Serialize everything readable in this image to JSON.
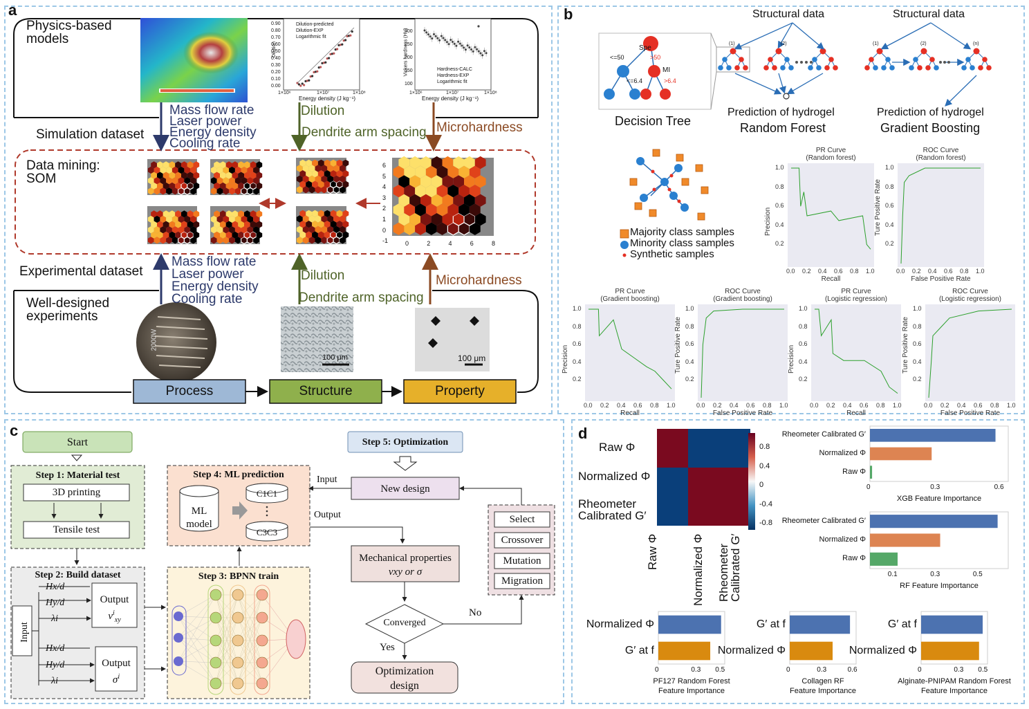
{
  "panel_a": {
    "label": "a",
    "physics_models": "Physics-based\nmodels",
    "simulation_dataset": "Simulation dataset",
    "data_mining": "Data mining:\nSOM",
    "experimental_dataset": "Experimental dataset",
    "experiments": "Well-designed\nexperiments",
    "process_inputs": [
      "Mass flow rate",
      "Laser power",
      "Energy density",
      "Cooling rate"
    ],
    "structure_outputs": [
      "Dilution",
      "Dendrite arm spacing"
    ],
    "property_output": "Microhardness",
    "boxes": [
      "Process",
      "Structure",
      "Property"
    ],
    "scale_bar": "100 μm",
    "sample_label": "2000W",
    "dilution_chart": {
      "ylabel": "Dilution",
      "xlabel": "Energy density (J kg⁻¹)",
      "yticks": [
        "0.90",
        "0.80",
        "0.70",
        "0.60",
        "0.50",
        "0.40",
        "0.30",
        "0.20",
        "0.10",
        "0.00"
      ],
      "xticks": [
        "1×10⁶",
        "1×10⁷",
        "1×10⁸"
      ],
      "legend": [
        "Dilution-predicted",
        "Dilution-EXP",
        "Logarithmic fit"
      ]
    },
    "hardness_chart": {
      "ylabel": "Vickers hardness (HV)",
      "xlabel": "Energy density (J kg⁻¹)",
      "yticks": [
        "300",
        "250",
        "200",
        "150",
        "100"
      ],
      "xticks": [
        "1×10⁶",
        "1×10⁷",
        "1×10⁸"
      ],
      "legend": [
        "Hardness-CALC",
        "Hardness-EXP",
        "Logarithmic fit"
      ]
    },
    "som_large": {
      "xticks": [
        "0",
        "2",
        "4",
        "6",
        "8"
      ],
      "yticks": [
        "6",
        "5",
        "4",
        "3",
        "2",
        "1",
        "0",
        "-1"
      ]
    }
  },
  "panel_b": {
    "label": "b",
    "decision_tree": "Decision Tree",
    "tree_nodes": {
      "root": "Spe",
      "right": "MI"
    },
    "tree_edges": [
      "<=50",
      ">50",
      "<=6.4",
      ">6.4"
    ],
    "structural_data": "Structural data",
    "tree_indices": [
      "(1)",
      "(2)",
      "(n)"
    ],
    "prediction": "Prediction of hydrogel",
    "random_forest": "Random Forest",
    "gradient_boosting": "Gradient Boosting",
    "legend": [
      "Majority class samples",
      "Minority class samples",
      "Synthetic samples"
    ],
    "charts": [
      {
        "title": "PR Curve\n(Random forest)",
        "xlabel": "Recall",
        "ylabel": "Precision",
        "yticks": [
          "1.0",
          "0.8",
          "0.6",
          "0.4",
          "0.2"
        ],
        "xticks": [
          "0.0",
          "0.2",
          "0.4",
          "0.6",
          "0.8",
          "1.0"
        ]
      },
      {
        "title": "ROC Curve\n(Random forest)",
        "xlabel": "False Positive Rate",
        "ylabel": "Ture Positive Rate",
        "yticks": [
          "1.0",
          "0.8",
          "0.6",
          "0.4",
          "0.2"
        ],
        "xticks": [
          "0.0",
          "0.2",
          "0.4",
          "0.6",
          "0.8",
          "1.0"
        ]
      },
      {
        "title": "PR Curve\n(Gradient boosting)",
        "xlabel": "Recall",
        "ylabel": "Precision",
        "yticks": [
          "1.0",
          "0.8",
          "0.6",
          "0.4",
          "0.2"
        ],
        "xticks": [
          "0.0",
          "0.2",
          "0.4",
          "0.6",
          "0.8",
          "1.0"
        ]
      },
      {
        "title": "ROC Curve\n(Gradient boosting)",
        "xlabel": "False Positive Rate",
        "ylabel": "Ture Positive Rate",
        "yticks": [
          "1.0",
          "0.8",
          "0.6",
          "0.4",
          "0.2"
        ],
        "xticks": [
          "0.0",
          "0.2",
          "0.4",
          "0.6",
          "0.8",
          "1.0"
        ]
      },
      {
        "title": "PR Curve\n(Logistic regression)",
        "xlabel": "Recall",
        "ylabel": "Precision",
        "yticks": [
          "1.0",
          "0.8",
          "0.6",
          "0.4",
          "0.2"
        ],
        "xticks": [
          "0.0",
          "0.2",
          "0.4",
          "0.6",
          "0.8",
          "1.0"
        ]
      },
      {
        "title": "ROC Curve\n(Logistic regression)",
        "xlabel": "False Positive Rate",
        "ylabel": "Ture Positive Rate",
        "yticks": [
          "1.0",
          "0.8",
          "0.6",
          "0.4",
          "0.2"
        ],
        "xticks": [
          "0.0",
          "0.2",
          "0.4",
          "0.6",
          "0.8",
          "1.0"
        ]
      }
    ]
  },
  "panel_c": {
    "label": "c",
    "start": "Start",
    "step1": "Step 1: Material test",
    "printing": "3D printing",
    "tensile": "Tensile test",
    "step2": "Step 2: Build dataset",
    "input": "Input",
    "output1": "Output",
    "output1_sym": "ν",
    "output2": "Output",
    "output2_sym": "σ",
    "features": [
      "Hx/d",
      "Hy/d",
      "λi"
    ],
    "step3": "Step 3: BPNN train",
    "step4": "Step 4: ML prediction",
    "ml_model": "ML\nmodel",
    "c1c1": "C1C1",
    "c3c3": "C3C3",
    "step5": "Step 5: Optimization",
    "new_design": "New design",
    "input_label": "Input",
    "output_label": "Output",
    "mech_props": "Mechanical properties",
    "mech_sym": "νxy or σ",
    "converged": "Converged",
    "no": "No",
    "yes": "Yes",
    "opt_design": "Optimization\ndesign",
    "ga_ops": [
      "Select",
      "Crossover",
      "Mutation",
      "Migration"
    ]
  },
  "panel_d": {
    "label": "d",
    "heatmap_rows": [
      "Raw Φ",
      "Normalized Φ",
      "Rheometer\nCalibrated G′"
    ],
    "heatmap_cols": [
      "Raw Φ",
      "Normalized Φ",
      "Rheometer\nCalibrated G′"
    ],
    "colorbar_ticks": [
      "0.8",
      "0.4",
      "0",
      "-0.4",
      "-0.8"
    ],
    "xgb": {
      "xlabel": "XGB Feature Importance",
      "categories": [
        "Rheometer Calibrated G′",
        "Normalized Φ",
        "Raw Φ"
      ],
      "values": [
        0.59,
        0.29,
        0.01
      ],
      "xticks": [
        "0",
        "0.3",
        "0.6"
      ],
      "xlim": [
        0,
        0.65
      ]
    },
    "rf": {
      "xlabel": "RF Feature Importance",
      "categories": [
        "Rheometer Calibrated G′",
        "Normalized Φ",
        "Raw Φ"
      ],
      "values": [
        0.6,
        0.33,
        0.13
      ],
      "xticks": [
        "0.1",
        "0.3",
        "0.5"
      ],
      "xlim": [
        0,
        0.65
      ]
    },
    "small_charts": [
      {
        "xlabel": "PF127 Random Forest\nFeature Importance",
        "categories": [
          "Normalized Φ",
          "G′ at f"
        ],
        "values": [
          0.52,
          0.43
        ],
        "xticks": [
          "0",
          "0.3",
          "0.5"
        ],
        "xlim": [
          0,
          0.55
        ]
      },
      {
        "xlabel": "Collagen RF\nFeature Importance",
        "categories": [
          "G′ at f",
          "Normalized Φ"
        ],
        "values": [
          0.59,
          0.42
        ],
        "xticks": [
          "0",
          "0.3",
          "0.6"
        ],
        "xlim": [
          0,
          0.65
        ]
      },
      {
        "xlabel": "Alginate-PNIPAM Random Forest\nFeature Importance",
        "categories": [
          "G′ at f",
          "Normalized Φ"
        ],
        "values": [
          0.51,
          0.48
        ],
        "xticks": [
          "0",
          "0.3",
          "0.5"
        ],
        "xlim": [
          0,
          0.55
        ]
      }
    ],
    "colors": {
      "blue": "#4c72b0",
      "orange": "#dd8452",
      "green": "#55a868",
      "small_orange": "#d98a0f"
    }
  }
}
